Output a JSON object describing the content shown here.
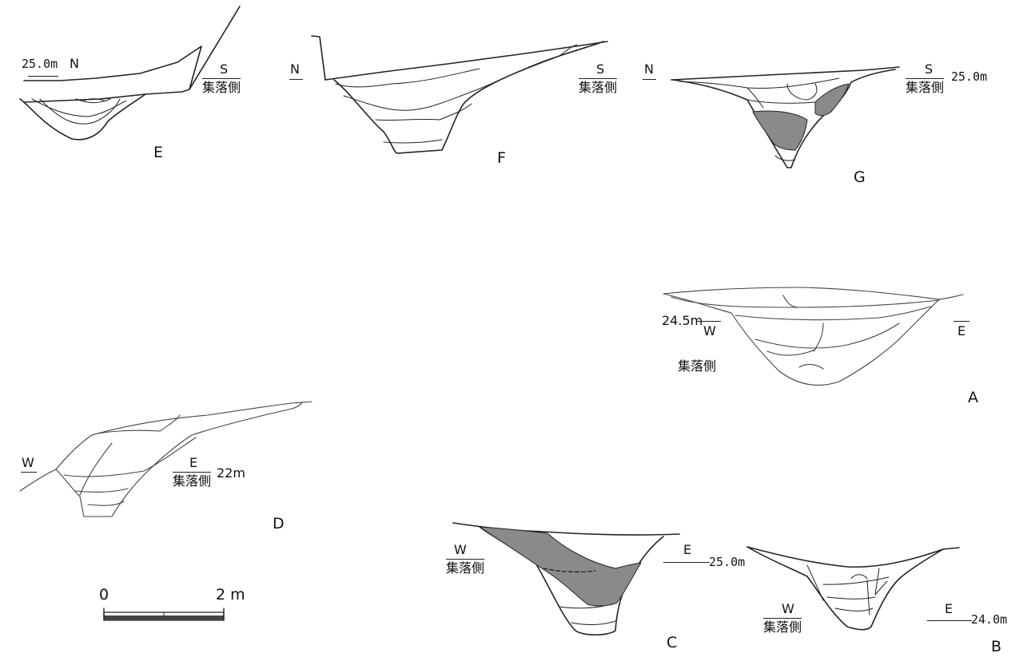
{
  "sections": {
    "E": {
      "letter": "E",
      "north": "N",
      "south": "S",
      "side": "集落側",
      "level": "25.0m"
    },
    "F": {
      "letter": "F",
      "north": "N",
      "south": "S",
      "side": "集落側"
    },
    "G": {
      "letter": "G",
      "north": "N",
      "south": "S",
      "side": "集落側",
      "level": "25.0m"
    },
    "A": {
      "letter": "A",
      "west": "W",
      "east": "E",
      "side": "集落側",
      "level": "24.5m"
    },
    "D": {
      "letter": "D",
      "west": "W",
      "east": "E",
      "side": "集落側",
      "level": "22m"
    },
    "C": {
      "letter": "C",
      "west": "W",
      "east": "E",
      "side": "集落側",
      "level": "25.0m"
    },
    "B": {
      "letter": "B",
      "west": "W",
      "east": "E",
      "side": "集落側",
      "level": "24.0m"
    }
  },
  "scale_bar": {
    "start": "0",
    "end": "2 m"
  },
  "colors": {
    "line": "#222222",
    "fill_shaded": "#8a8a8a",
    "background": "#ffffff"
  }
}
